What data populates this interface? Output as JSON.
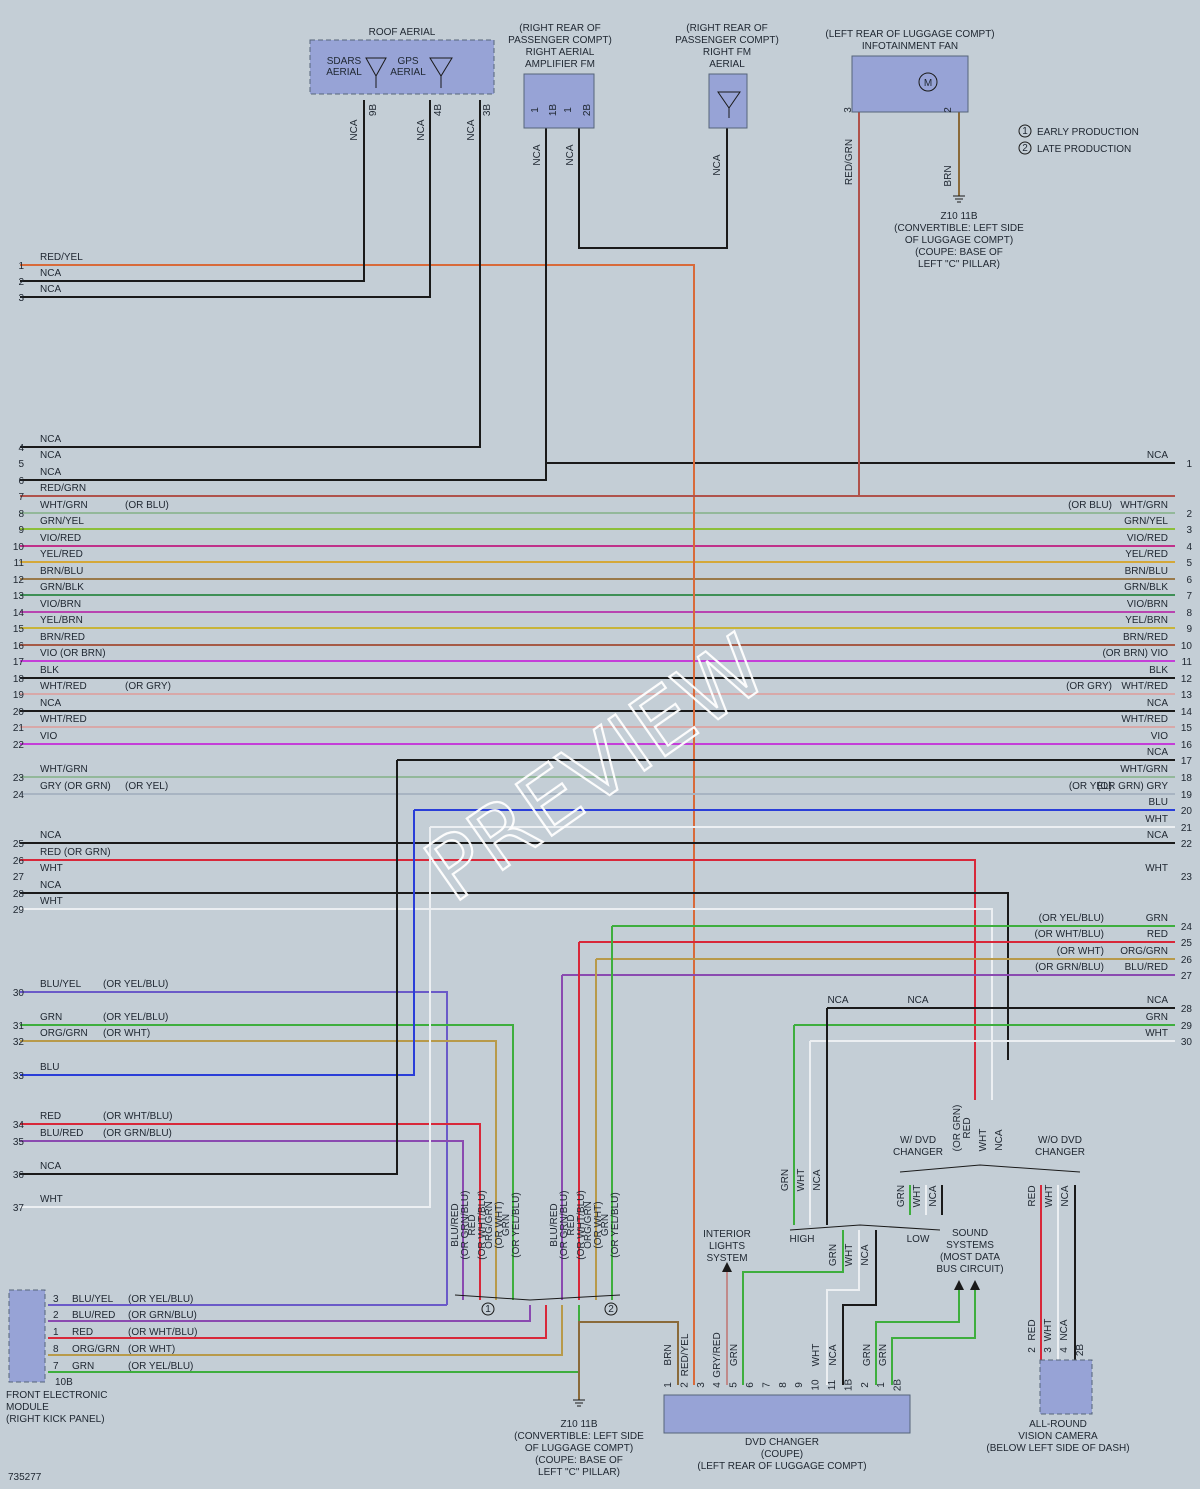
{
  "colors": {
    "background": "#c4ced6",
    "component_fill": "#97a3d6",
    "NCA": "#1a1a1a",
    "BLK": "#1a1a1a",
    "RED/YEL": "#d86a3a",
    "RED/GRN": "#b0524b",
    "WHT/GRN": "#93b89a",
    "GRN/YEL": "#8cbf3a",
    "VIO/RED": "#c0308a",
    "YEL/RED": "#d4a83a",
    "BRN/BLU": "#9a7a4a",
    "GRN/BLK": "#3e8f56",
    "VIO/BRN": "#b844b0",
    "YEL/BRN": "#c8b43a",
    "BRN/RED": "#a65a46",
    "VIO": "#c43ed8",
    "WHT/RED": "#d8a8a8",
    "GRY": "#a8b4c2",
    "BLU": "#2a3ed8",
    "WHT": "#eceff2",
    "RED": "#d8283a",
    "GRN": "#3eae3e",
    "ORG/GRN": "#b89a4a",
    "BLU/YEL": "#6a5ac8",
    "BLU/RED": "#8a4ab0",
    "BRN": "#8a6a3a",
    "GRY/RED": "#c08a8a"
  },
  "components": {
    "roof_aerial": {
      "title": "ROOF AERIAL",
      "sdars": "SDARS\nAERIAL",
      "gps": "GPS\nAERIAL"
    },
    "amp_fm": {
      "title": "(RIGHT REAR OF\nPASSENGER COMPT)\nRIGHT AERIAL\nAMPLIFIER FM"
    },
    "right_fm": {
      "title": "(RIGHT REAR OF\nPASSENGER COMPT)\nRIGHT FM\nAERIAL"
    },
    "fan": {
      "title": "(LEFT REAR OF LUGGAGE COMPT)\nINFOTAINMENT FAN",
      "motor": "M"
    },
    "ground_top": {
      "label": "Z10 11B\n(CONVERTIBLE: LEFT SIDE\nOF LUGGAGE COMPT)\n(COUPE: BASE OF\nLEFT \"C\" PILLAR)"
    },
    "ground_bottom": {
      "label": "Z10 11B\n(CONVERTIBLE: LEFT SIDE\nOF LUGGAGE COMPT)\n(COUPE: BASE OF\nLEFT \"C\" PILLAR)"
    },
    "fem": {
      "title": "FRONT ELECTRONIC\nMODULE\n(RIGHT KICK PANEL)",
      "connector": "10B"
    },
    "dvd": {
      "title": "DVD CHANGER\n(COUPE)\n(LEFT REAR OF LUGGAGE COMPT)"
    },
    "camera": {
      "title": "ALL-ROUND\nVISION CAMERA\n(BELOW LEFT SIDE OF DASH)"
    },
    "interior_lights": {
      "title": "INTERIOR\nLIGHTS\nSYSTEM"
    },
    "sound_systems": {
      "title": "SOUND\nSYSTEMS\n(MOST DATA\nBUS CIRCUIT)"
    }
  },
  "legend": {
    "early": "EARLY PRODUCTION",
    "late": "LATE PRODUCTION",
    "one": "1",
    "two": "2"
  },
  "branch_labels": {
    "w_dvd": "W/ DVD\nCHANGER",
    "wo_dvd": "W/O DVD\nCHANGER",
    "high": "HIGH",
    "low": "LOW",
    "nca_a": "NCA",
    "nca_b": "NCA"
  },
  "pins_top": [
    "9B",
    "4B",
    "3B",
    "1",
    "1B",
    "1",
    "2B",
    "3",
    "2",
    "1",
    "1"
  ],
  "nca_top": [
    "NCA",
    "NCA",
    "NCA",
    "NCA",
    "NCA",
    "NCA"
  ],
  "red_grn_top": "RED/GRN",
  "brn_top": "BRN",
  "left_wires": [
    {
      "pin": "1",
      "label": "RED/YEL",
      "alt": ""
    },
    {
      "pin": "2",
      "label": "NCA",
      "alt": ""
    },
    {
      "pin": "3",
      "label": "NCA",
      "alt": ""
    },
    {
      "pin": "4",
      "label": "NCA",
      "alt": ""
    },
    {
      "pin": "5",
      "label": "NCA",
      "alt": ""
    },
    {
      "pin": "6",
      "label": "NCA",
      "alt": ""
    },
    {
      "pin": "7",
      "label": "RED/GRN",
      "alt": ""
    },
    {
      "pin": "8",
      "label": "WHT/GRN",
      "alt": "(OR BLU)"
    },
    {
      "pin": "9",
      "label": "GRN/YEL",
      "alt": ""
    },
    {
      "pin": "10",
      "label": "VIO/RED",
      "alt": ""
    },
    {
      "pin": "11",
      "label": "YEL/RED",
      "alt": ""
    },
    {
      "pin": "12",
      "label": "BRN/BLU",
      "alt": ""
    },
    {
      "pin": "13",
      "label": "GRN/BLK",
      "alt": ""
    },
    {
      "pin": "14",
      "label": "VIO/BRN",
      "alt": ""
    },
    {
      "pin": "15",
      "label": "YEL/BRN",
      "alt": ""
    },
    {
      "pin": "16",
      "label": "BRN/RED",
      "alt": ""
    },
    {
      "pin": "17",
      "label": "VIO (OR BRN)",
      "alt": ""
    },
    {
      "pin": "18",
      "label": "BLK",
      "alt": ""
    },
    {
      "pin": "19",
      "label": "WHT/RED",
      "alt": "(OR GRY)"
    },
    {
      "pin": "20",
      "label": "NCA",
      "alt": ""
    },
    {
      "pin": "21",
      "label": "WHT/RED",
      "alt": ""
    },
    {
      "pin": "22",
      "label": "VIO",
      "alt": ""
    },
    {
      "pin": "23",
      "label": "WHT/GRN",
      "alt": ""
    },
    {
      "pin": "24",
      "label": "GRY (OR GRN)",
      "alt": "(OR YEL)"
    },
    {
      "pin": "25",
      "label": "NCA",
      "alt": ""
    },
    {
      "pin": "26",
      "label": "RED (OR GRN)",
      "alt": ""
    },
    {
      "pin": "27",
      "label": "WHT",
      "alt": ""
    },
    {
      "pin": "28",
      "label": "NCA",
      "alt": ""
    },
    {
      "pin": "29",
      "label": "WHT",
      "alt": ""
    },
    {
      "pin": "30",
      "label": "BLU/YEL",
      "alt": "(OR YEL/BLU)"
    },
    {
      "pin": "31",
      "label": "GRN",
      "alt": "(OR YEL/BLU)"
    },
    {
      "pin": "32",
      "label": "ORG/GRN",
      "alt": "(OR WHT)"
    },
    {
      "pin": "33",
      "label": "BLU",
      "alt": ""
    },
    {
      "pin": "34",
      "label": "RED",
      "alt": "(OR WHT/BLU)"
    },
    {
      "pin": "35",
      "label": "BLU/RED",
      "alt": "(OR GRN/BLU)"
    },
    {
      "pin": "36",
      "label": "NCA",
      "alt": ""
    },
    {
      "pin": "37",
      "label": "WHT",
      "alt": ""
    }
  ],
  "right_wires": [
    {
      "pin": "1",
      "label": "NCA",
      "alt": ""
    },
    {
      "pin": "2",
      "label": "WHT/GRN",
      "alt": "(OR BLU)"
    },
    {
      "pin": "3",
      "label": "GRN/YEL",
      "alt": ""
    },
    {
      "pin": "4",
      "label": "VIO/RED",
      "alt": ""
    },
    {
      "pin": "5",
      "label": "YEL/RED",
      "alt": ""
    },
    {
      "pin": "6",
      "label": "BRN/BLU",
      "alt": ""
    },
    {
      "pin": "7",
      "label": "GRN/BLK",
      "alt": ""
    },
    {
      "pin": "8",
      "label": "VIO/BRN",
      "alt": ""
    },
    {
      "pin": "9",
      "label": "YEL/BRN",
      "alt": ""
    },
    {
      "pin": "10",
      "label": "BRN/RED",
      "alt": ""
    },
    {
      "pin": "11",
      "label": "(OR BRN) VIO",
      "alt": ""
    },
    {
      "pin": "12",
      "label": "BLK",
      "alt": ""
    },
    {
      "pin": "13",
      "label": "WHT/RED",
      "alt": "(OR GRY)"
    },
    {
      "pin": "14",
      "label": "NCA",
      "alt": ""
    },
    {
      "pin": "15",
      "label": "WHT/RED",
      "alt": ""
    },
    {
      "pin": "16",
      "label": "VIO",
      "alt": ""
    },
    {
      "pin": "17",
      "label": "NCA",
      "alt": ""
    },
    {
      "pin": "18",
      "label": "WHT/GRN",
      "alt": ""
    },
    {
      "pin": "19",
      "label": "(OR GRN) GRY",
      "alt": "(OR YEL)"
    },
    {
      "pin": "20",
      "label": "BLU",
      "alt": ""
    },
    {
      "pin": "21",
      "label": "WHT",
      "alt": ""
    },
    {
      "pin": "22",
      "label": "NCA",
      "alt": ""
    },
    {
      "pin": "23",
      "label": "WHT",
      "alt": ""
    },
    {
      "pin": "24",
      "label": "GRN",
      "alt": "(OR YEL/BLU)"
    },
    {
      "pin": "25",
      "label": "RED",
      "alt": "(OR WHT/BLU)"
    },
    {
      "pin": "26",
      "label": "ORG/GRN",
      "alt": "(OR WHT)"
    },
    {
      "pin": "27",
      "label": "BLU/RED",
      "alt": "(OR GRN/BLU)"
    },
    {
      "pin": "28",
      "label": "NCA",
      "alt": ""
    },
    {
      "pin": "29",
      "label": "GRN",
      "alt": ""
    },
    {
      "pin": "30",
      "label": "WHT",
      "alt": ""
    }
  ],
  "fem_wires": [
    {
      "pin": "3",
      "label": "BLU/YEL",
      "alt": "(OR YEL/BLU)"
    },
    {
      "pin": "2",
      "label": "BLU/RED",
      "alt": "(OR GRN/BLU)"
    },
    {
      "pin": "1",
      "label": "RED",
      "alt": "(OR WHT/BLU)"
    },
    {
      "pin": "8",
      "label": "ORG/GRN",
      "alt": "(OR WHT)"
    },
    {
      "pin": "7",
      "label": "GRN",
      "alt": "(OR YEL/BLU)"
    }
  ],
  "early_vertical_labels": [
    "BLU/RED\n(OR GRN/BLU)",
    "RED\n(OR WHT/BLU)",
    "ORG/GRN\n(OR WHT)",
    "GRN\n(OR YEL/BLU)"
  ],
  "late_vertical_labels": [
    "BLU/RED\n(OR GRN/BLU)",
    "RED\n(OR WHT/BLU)",
    "ORG/GRN\n(OR WHT)",
    "GRN\n(OR YEL/BLU)"
  ],
  "dvd_pins": [
    "1",
    "2",
    "3",
    "4",
    "5",
    "6",
    "7",
    "8",
    "9",
    "10",
    "11",
    "1B",
    "2",
    "1",
    "2B"
  ],
  "dvd_wire_labels": [
    "BRN",
    "RED/YEL",
    "GRY/RED",
    "GRN",
    "WHT",
    "NCA",
    "GRN",
    "GRN"
  ],
  "branch_wire_labels": [
    "GRN",
    "WHT",
    "NCA",
    "GRN",
    "WHT",
    "NCA",
    "GRN",
    "WHT",
    "NCA",
    "(OR GRN)\nRED",
    "WHT",
    "NCA",
    "RED",
    "WHT",
    "NCA"
  ],
  "camera_pins": [
    "2",
    "3",
    "4",
    "2B"
  ],
  "camera_wire_labels": [
    "RED",
    "WHT",
    "NCA"
  ],
  "footer_code": "735277",
  "watermark": "PREVIEW"
}
